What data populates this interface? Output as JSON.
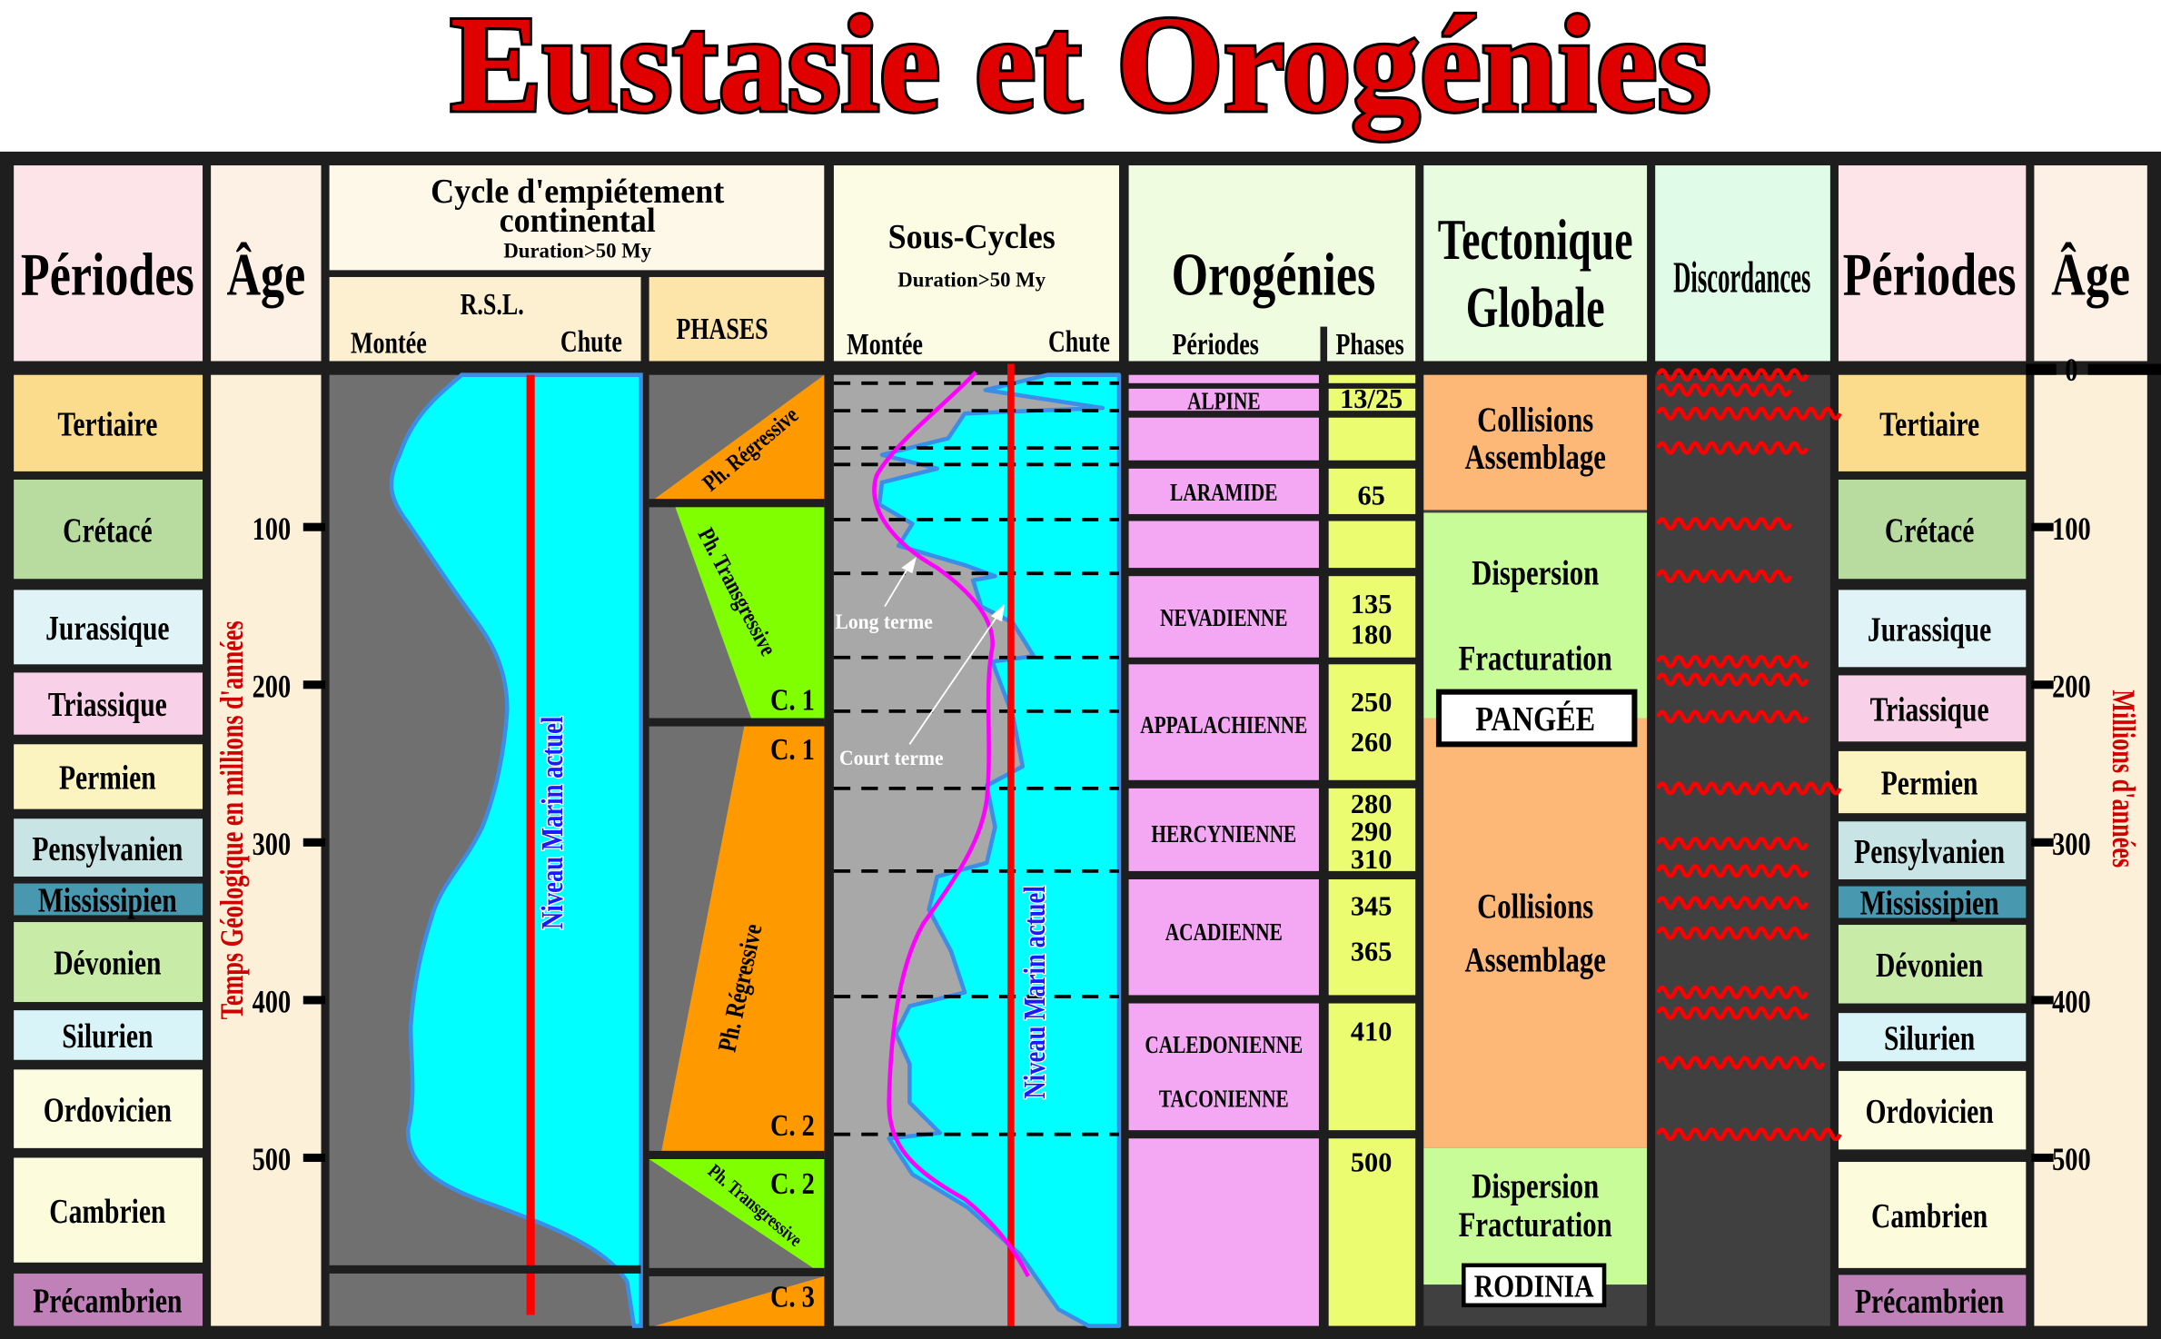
{
  "title": "Eustasie et Orogénies",
  "headers": {
    "periodes": "Périodes",
    "age": "Âge",
    "cycle": {
      "line1": "Cycle d'empiétement",
      "line2": "continental",
      "duration": "Duration>50 My"
    },
    "rsl": {
      "title": "R.S.L.",
      "rise": "Montée",
      "fall": "Chute"
    },
    "phases": "PHASES",
    "sous_cycles": {
      "title": "Sous-Cycles",
      "duration": "Duration>50 My",
      "rise": "Montée",
      "fall": "Chute"
    },
    "orogenies": {
      "title": "Orogénies",
      "periodes": "Périodes",
      "phases": "Phases"
    },
    "tectonique": {
      "line1": "Tectonique",
      "line2": "Globale"
    },
    "discordances": "Discordances",
    "periodes_right": "Périodes",
    "age_right": "Âge"
  },
  "periods": [
    {
      "name": "Tertiaire",
      "color": "#fbdc8c"
    },
    {
      "name": "Crétacé",
      "color": "#b8dca0"
    },
    {
      "name": "Jurassique",
      "color": "#e0f4f8"
    },
    {
      "name": "Triassique",
      "color": "#f8d0e8"
    },
    {
      "name": "Permien",
      "color": "#fcf4c0"
    },
    {
      "name": "Pensylvanien",
      "color": "#c8e4e4"
    },
    {
      "name": "Mississipien",
      "color": "#4898b0"
    },
    {
      "name": "Dévonien",
      "color": "#c8eca8"
    },
    {
      "name": "Silurien",
      "color": "#d8f4f8"
    },
    {
      "name": "Ordovicien",
      "color": "#fcfce0"
    },
    {
      "name": "Cambrien",
      "color": "#fcfcdc"
    },
    {
      "name": "Précambrien",
      "color": "#c080b8"
    }
  ],
  "age_axis": {
    "ticks_left": [
      "100",
      "200",
      "300",
      "400",
      "500"
    ],
    "ticks_right": [
      "0",
      "100",
      "200",
      "300",
      "400",
      "500"
    ],
    "label_left": "Temps Géologique en millions  d'années",
    "label_right": "Millions d'années"
  },
  "rsl": {
    "sea_level_label": "Niveau Marin actuel"
  },
  "phases": {
    "regressive": "Ph. Régressive",
    "transgressive": "Ph. Transgressive",
    "c1": "C. 1",
    "c2": "C. 2",
    "c3": "C. 3"
  },
  "sous_cycles": {
    "long_term": "Long terme",
    "short_term": "Court terme",
    "sea_level_label": "Niveau Marin actuel"
  },
  "orogenies": [
    {
      "names": [],
      "phases": []
    },
    {
      "names": [
        "ALPINE"
      ],
      "phases": [
        "13/25"
      ]
    },
    {
      "names": [],
      "phases": []
    },
    {
      "names": [
        "LARAMIDE"
      ],
      "phases": [
        "65"
      ]
    },
    {
      "names": [],
      "phases": []
    },
    {
      "names": [
        "NEVADIENNE"
      ],
      "phases": [
        "135",
        "180"
      ]
    },
    {
      "names": [
        "APPALACHIENNE"
      ],
      "phases": [
        "250",
        "260"
      ]
    },
    {
      "names": [
        "HERCYNIENNE"
      ],
      "phases": [
        "280",
        "290",
        "310"
      ]
    },
    {
      "names": [
        "ACADIENNE"
      ],
      "phases": [
        "345",
        "365"
      ]
    },
    {
      "names": [
        "CALEDONIENNE",
        "TACONIENNE"
      ],
      "phases": [
        "410"
      ]
    },
    {
      "names": [],
      "phases": [
        "500"
      ]
    }
  ],
  "tectonics": [
    {
      "lines": [
        "Collisions",
        "Assemblage"
      ]
    },
    {
      "lines": [
        "Dispersion",
        "Fracturation"
      ]
    },
    {
      "lines": [
        "Collisions",
        "Assemblage"
      ]
    },
    {
      "lines": [
        "Dispersion",
        "Fracturation"
      ]
    }
  ],
  "supercontinents": [
    "PANGÉE",
    "RODINIA"
  ],
  "colors": {
    "frame": "#1e1e1e",
    "title": "#e00000",
    "sea": "#00ffff",
    "sea_outline": "#3a8ee8",
    "land_rsl": "#707070",
    "land_sub": "#a8a8a8",
    "sea_level_line": "#ff0000",
    "long_term_curve": "#ff00ff",
    "regressive": "#ff9900",
    "transgressive": "#80ff00",
    "orogeny_name": "#f4a8f4",
    "orogeny_phase": "#ecfc70",
    "collision": "#fdb878",
    "dispersion": "#c8fc98",
    "discordance": "#ff0000"
  }
}
